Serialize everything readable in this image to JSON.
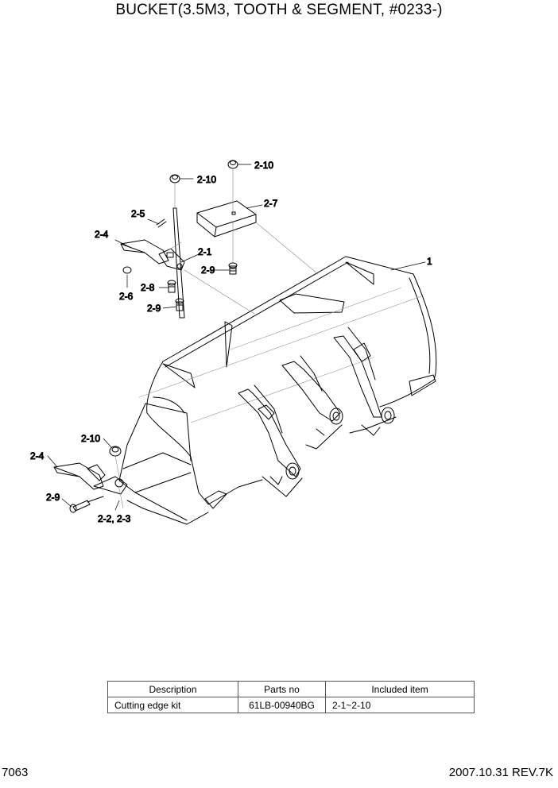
{
  "title": "BUCKET(3.5M3, TOOTH & SEGMENT, #0233-)",
  "callouts": {
    "c1": "1",
    "c2_1": "2-1",
    "c2_4_top": "2-4",
    "c2_5": "2-5",
    "c2_6": "2-6",
    "c2_7": "2-7",
    "c2_8": "2-8",
    "c2_9_top_a": "2-9",
    "c2_9_top_b": "2-9",
    "c2_10_top_a": "2-10",
    "c2_10_top_b": "2-10",
    "c2_10_bottom": "2-10",
    "c2_4_bottom": "2-4",
    "c2_9_bottom": "2-9",
    "c2_2_2_3": "2-2, 2-3"
  },
  "table": {
    "headers": [
      "Description",
      "Parts no",
      "Included item"
    ],
    "rows": [
      [
        "Cutting edge kit",
        "61LB-00940BG",
        "2-1~2-10"
      ]
    ]
  },
  "footer": {
    "page_number": "7063",
    "revision": "2007.10.31  REV.7K"
  }
}
